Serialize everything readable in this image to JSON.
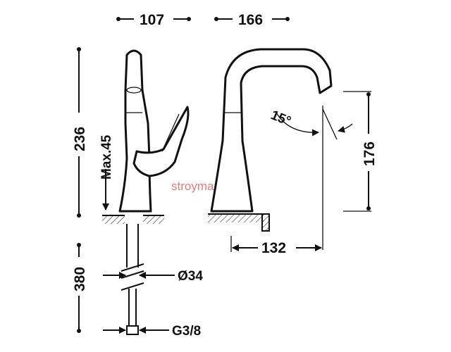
{
  "dimensions": {
    "width_top_left": "107",
    "width_top_right": "166",
    "height_total": "236",
    "height_handle": "Max.45",
    "height_spout": "176",
    "reach": "132",
    "angle": "15°",
    "below_length": "380",
    "pipe_diameter": "Ø34",
    "connection": "G3/8"
  },
  "watermark": "stroymarket.by",
  "colors": {
    "line": "#111111",
    "watermark": "#e86a6a"
  }
}
